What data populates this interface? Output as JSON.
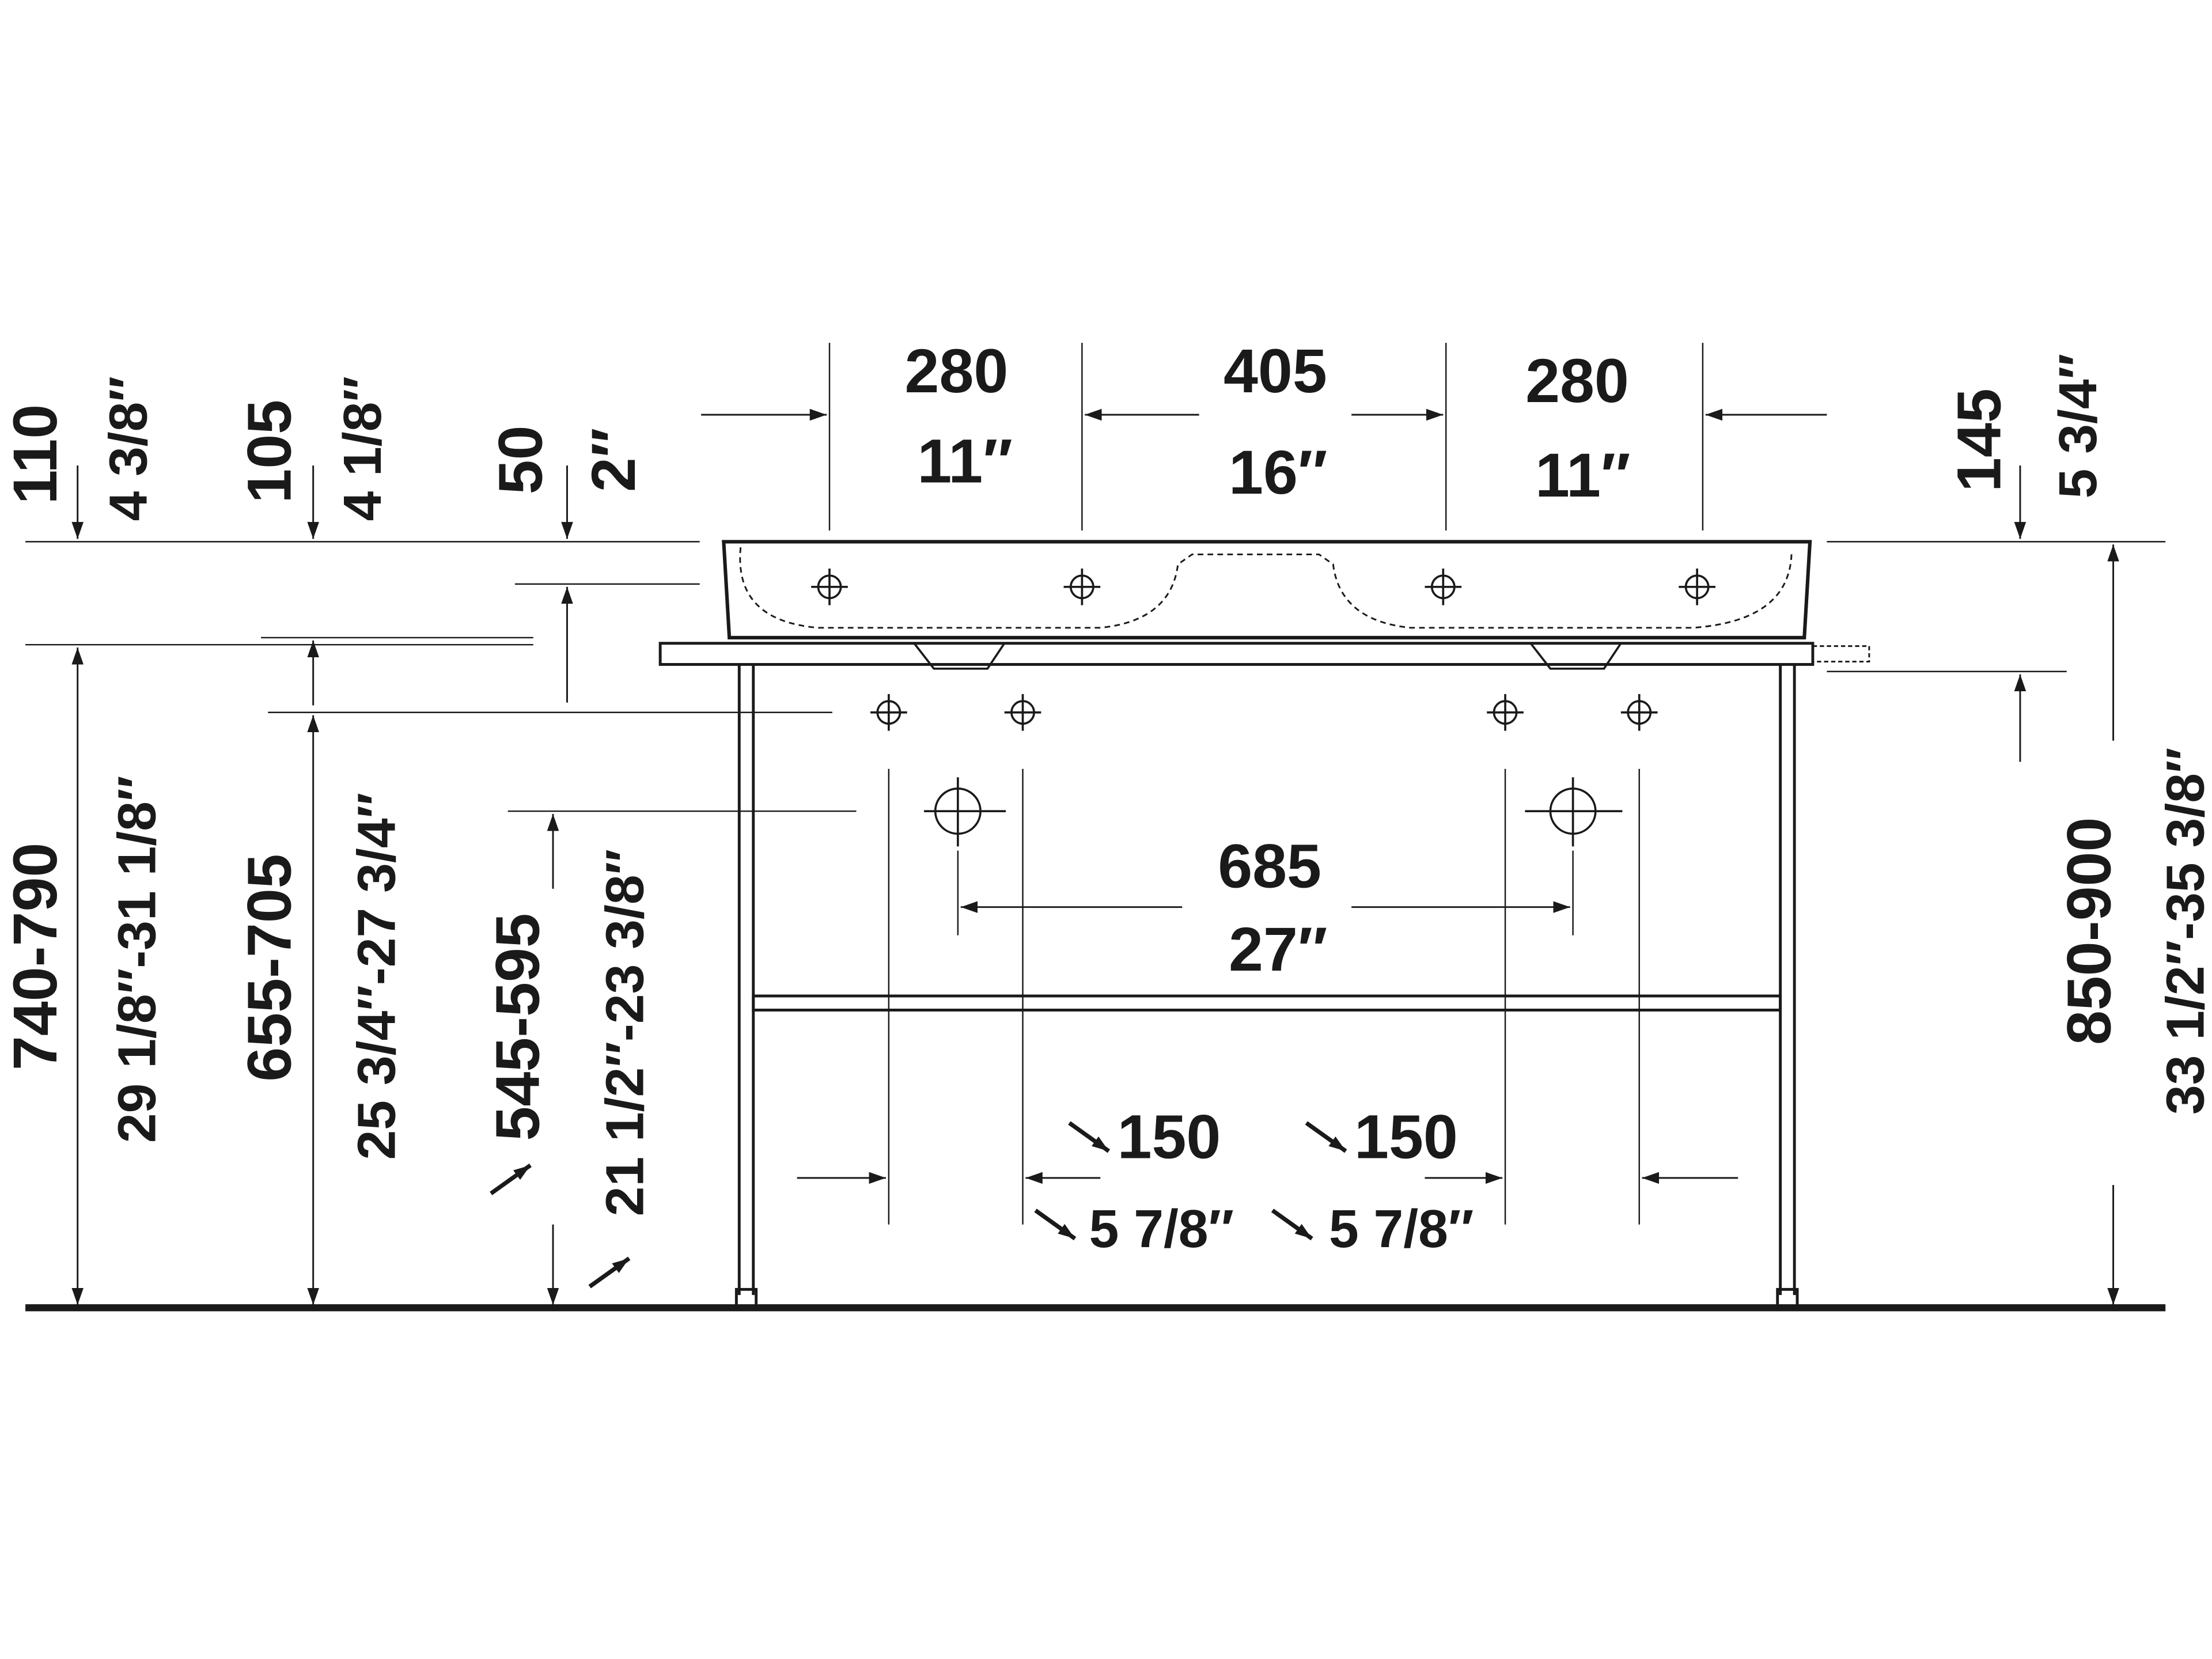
{
  "drawing": {
    "line_color": "#1a1a1a",
    "background": "#ffffff",
    "dimensions": {
      "top_left_bowl": {
        "mm": "280",
        "inch": "11″"
      },
      "top_center": {
        "mm": "405",
        "inch": "16″"
      },
      "top_right_bowl": {
        "mm": "280",
        "inch": "11″"
      },
      "outlet_spacing": {
        "mm": "685",
        "inch": "27″"
      },
      "bottom_left_offset": {
        "mm": "150",
        "inch": "5 7/8″"
      },
      "bottom_right_offset": {
        "mm": "150",
        "inch": "5 7/8″"
      },
      "basin_height": {
        "mm": "110",
        "inch": "4 3/8″"
      },
      "shelf_depth": {
        "mm": "105",
        "inch": "4 1/8″"
      },
      "rim_offset": {
        "mm": "50",
        "inch": "2″"
      },
      "right_rim": {
        "mm": "145",
        "inch": "5 3/4″"
      },
      "top_height": {
        "mm": "740-790",
        "inch": "29 1/8″-31 1/8″"
      },
      "shelf_height": {
        "mm": "655-705",
        "inch": "25 3/4″-27 3/4″"
      },
      "outlet_height": {
        "mm": "545-595",
        "inch": "21 1/2″-23 3/8″"
      },
      "total_height": {
        "mm": "850-900",
        "inch": "33 1/2″-35 3/8″"
      }
    }
  }
}
